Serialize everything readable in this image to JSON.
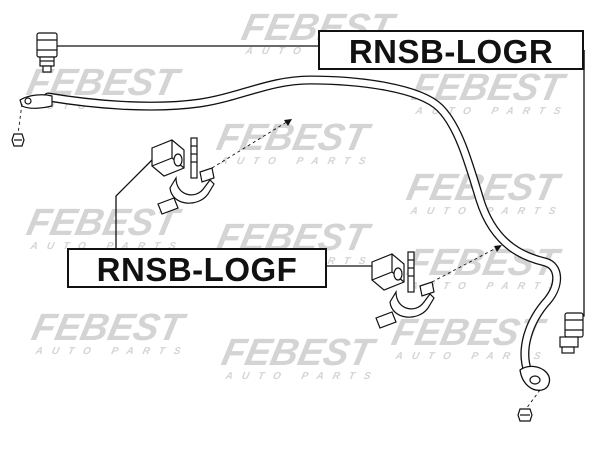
{
  "labels": {
    "rear_part_number": "RNSB-LOGR",
    "front_part_number": "RNSB-LOGF"
  },
  "watermark": {
    "brand": "FEBEST",
    "subtitle": "AUTO PARTS"
  },
  "colors": {
    "line": "#111111",
    "watermark": "#d4d4d4",
    "background": "#ffffff"
  }
}
